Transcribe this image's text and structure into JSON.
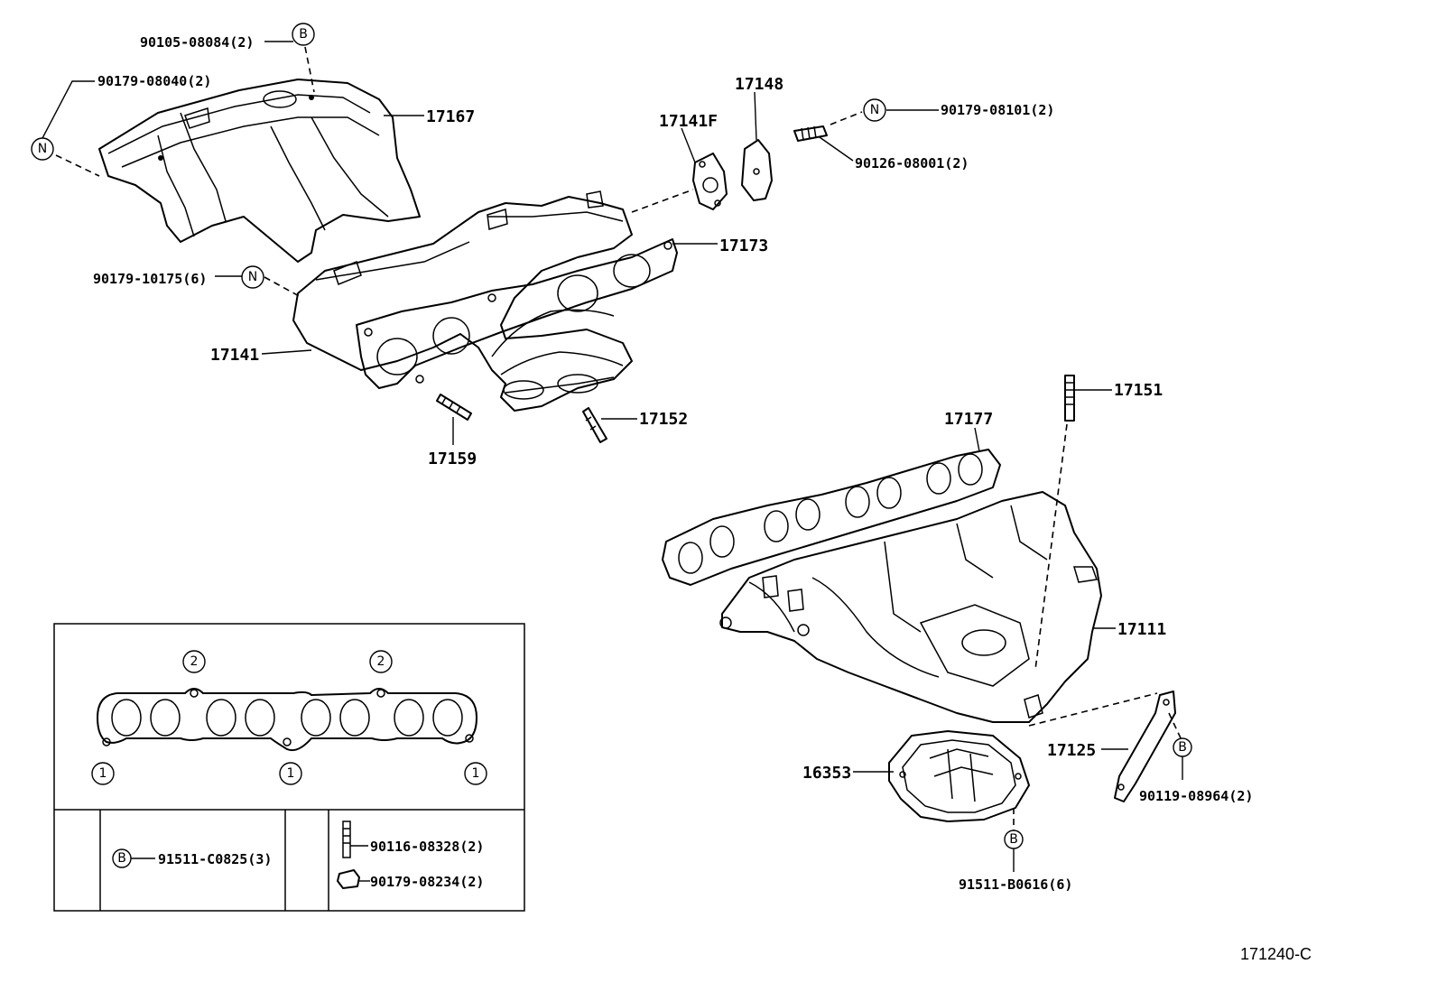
{
  "parts": {
    "p17167": "17167",
    "p17148": "17148",
    "p17141F": "17141F",
    "p17173": "17173",
    "p17141": "17141",
    "p17159": "17159",
    "p17152": "17152",
    "p17151": "17151",
    "p17177": "17177",
    "p17111": "17111",
    "p17125": "17125",
    "p16353": "16353"
  },
  "fasteners": {
    "f90105": "90105-08084(2)",
    "f90179_08040": "90179-08040(2)",
    "f90179_08101": "90179-08101(2)",
    "f90126": "90126-08001(2)",
    "f90179_10175": "90179-10175(6)",
    "f90119": "90119-08964(2)",
    "f91511_B": "91511-B0616(6)"
  },
  "symbols": {
    "n": "N",
    "b": "B",
    "one": "1",
    "two": "2"
  },
  "legend": {
    "f91511_C": "91511-C0825(3)",
    "f90116": "90116-08328(2)",
    "f90179_08234": "90179-08234(2)"
  },
  "diagram_code": "171240-C"
}
